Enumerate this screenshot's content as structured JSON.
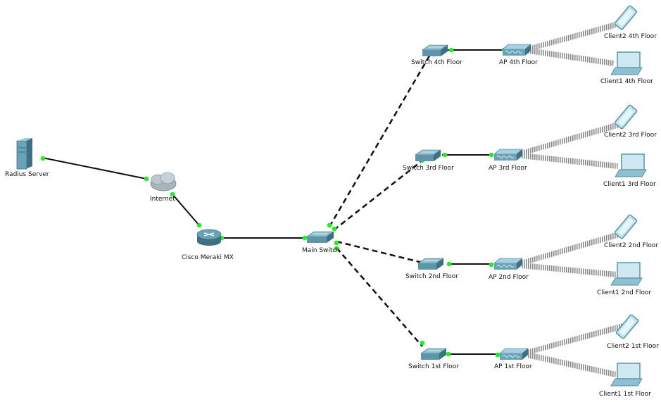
{
  "diagram": {
    "nodes": {
      "radius_server": {
        "label": "Radius Server",
        "icon": "server-icon"
      },
      "internet": {
        "label": "Internet",
        "icon": "cloud-icon"
      },
      "meraki_mx": {
        "label": "Cisco Meraki MX",
        "icon": "router-icon"
      },
      "main_switch": {
        "label": "Main Switch",
        "icon": "switch-icon"
      },
      "switch_4": {
        "label": "Switch 4th Floor",
        "icon": "switch-icon"
      },
      "switch_3": {
        "label": "Switch 3rd Floor",
        "icon": "switch-icon"
      },
      "switch_2": {
        "label": "Switch 2nd Floor",
        "icon": "switch-icon"
      },
      "switch_1": {
        "label": "Switch 1st Floor",
        "icon": "switch-icon"
      },
      "ap_4": {
        "label": "AP 4th Floor",
        "icon": "access-point-icon"
      },
      "ap_3": {
        "label": "AP 3rd Floor",
        "icon": "access-point-icon"
      },
      "ap_2": {
        "label": "AP 2nd Floor",
        "icon": "access-point-icon"
      },
      "ap_1": {
        "label": "AP 1st Floor",
        "icon": "access-point-icon"
      },
      "client2_4": {
        "label": "Client2 4th Floor",
        "icon": "tablet-icon"
      },
      "client1_4": {
        "label": "Client1 4th Floor",
        "icon": "laptop-icon"
      },
      "client2_3": {
        "label": "Client2 3rd Floor",
        "icon": "tablet-icon"
      },
      "client1_3": {
        "label": "Client1 3rd Floor",
        "icon": "laptop-icon"
      },
      "client2_2": {
        "label": "Client2 2nd Floor",
        "icon": "tablet-icon"
      },
      "client1_2": {
        "label": "Client1 2nd Floor",
        "icon": "laptop-icon"
      },
      "client2_1": {
        "label": "Client2 1st Floor",
        "icon": "tablet-icon"
      },
      "client1_1": {
        "label": "Client1 1st Floor",
        "icon": "laptop-icon"
      }
    },
    "links": [
      {
        "from": "radius_server",
        "to": "internet",
        "style": "solid"
      },
      {
        "from": "internet",
        "to": "meraki_mx",
        "style": "solid"
      },
      {
        "from": "meraki_mx",
        "to": "main_switch",
        "style": "solid"
      },
      {
        "from": "main_switch",
        "to": "switch_4",
        "style": "dashed"
      },
      {
        "from": "main_switch",
        "to": "switch_3",
        "style": "dashed"
      },
      {
        "from": "main_switch",
        "to": "switch_2",
        "style": "dashed"
      },
      {
        "from": "main_switch",
        "to": "switch_1",
        "style": "dashed"
      },
      {
        "from": "switch_4",
        "to": "ap_4",
        "style": "solid"
      },
      {
        "from": "switch_3",
        "to": "ap_3",
        "style": "solid"
      },
      {
        "from": "switch_2",
        "to": "ap_2",
        "style": "solid"
      },
      {
        "from": "switch_1",
        "to": "ap_1",
        "style": "solid"
      },
      {
        "from": "ap_4",
        "to": "client2_4",
        "style": "wireless"
      },
      {
        "from": "ap_4",
        "to": "client1_4",
        "style": "wireless"
      },
      {
        "from": "ap_3",
        "to": "client2_3",
        "style": "wireless"
      },
      {
        "from": "ap_3",
        "to": "client1_3",
        "style": "wireless"
      },
      {
        "from": "ap_2",
        "to": "client2_2",
        "style": "wireless"
      },
      {
        "from": "ap_2",
        "to": "client1_2",
        "style": "wireless"
      },
      {
        "from": "ap_1",
        "to": "client2_1",
        "style": "wireless"
      },
      {
        "from": "ap_1",
        "to": "client1_1",
        "style": "wireless"
      }
    ],
    "colors": {
      "link": "#111111",
      "port_up": "#22ee22",
      "device": "#4f8fa6",
      "wireless": "#777777"
    }
  }
}
